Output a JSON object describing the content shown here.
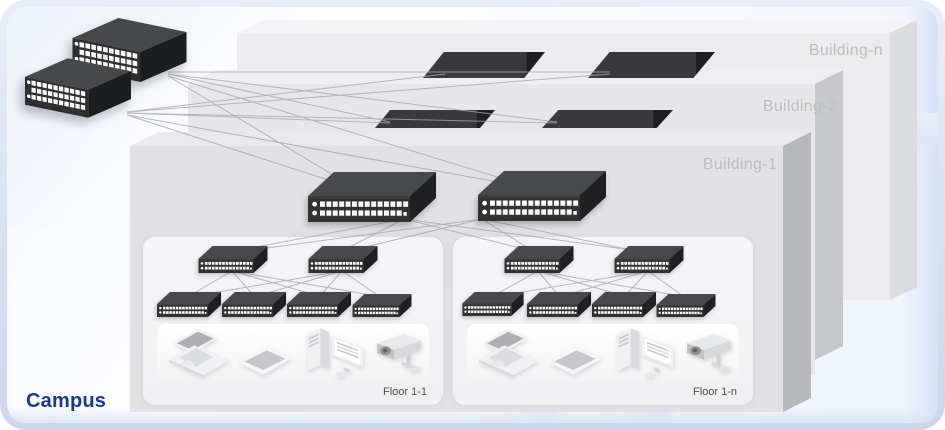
{
  "campus": {
    "label": "Campus"
  },
  "buildings": [
    {
      "label": "Building-n"
    },
    {
      "label": "Building-2"
    },
    {
      "label": "Building-1"
    }
  ],
  "floors": [
    {
      "label": "Floor 1-1"
    },
    {
      "label": "Floor 1-n"
    }
  ],
  "icons": {
    "core_switch": "core-switch-icon",
    "distribution_switch": "distribution-switch-icon",
    "aggregation_switch": "aggregation-switch-icon",
    "access_switch": "access-switch-icon",
    "building_switch": "building-switch-icon",
    "laptop": "laptop-icon",
    "smartphone": "smartphone-icon",
    "desktop_pc": "desktop-pc-icon",
    "camera": "surveillance-camera-icon"
  },
  "topology": {
    "core_switches": 2,
    "buildings_shown": 3,
    "distribution_switches_in_building_1": 2,
    "aggregation_switches_per_floor": 2,
    "access_switches_per_floor": 4,
    "endpoint_devices_per_floor": 4
  },
  "colors": {
    "campus_label": "#1a3796",
    "building_label": "#bdbebf",
    "floor_label": "#4d4d4d",
    "link_line": "#a8a8ab",
    "switch_body": "#313234",
    "card_border": "#ccd7ee",
    "building_face": "#e2e2e4",
    "floor_panel": "#f2f2f4"
  }
}
